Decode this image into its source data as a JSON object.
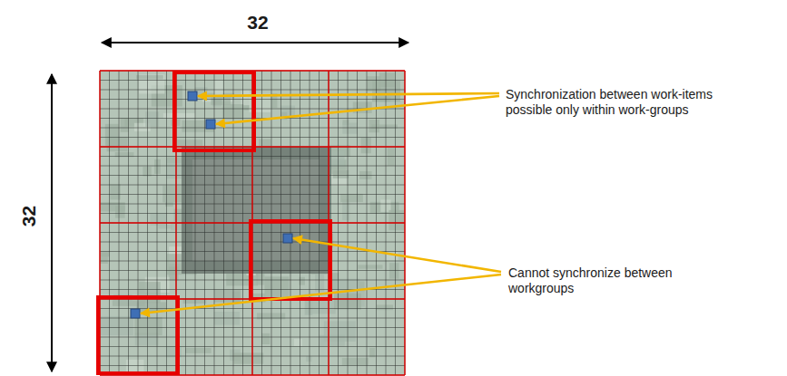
{
  "diagram": {
    "labels": [
      "32",
      "32",
      "Synchronization between work-items possible only within work-groups",
      "Cannot synchronize between workgroups"
    ]
  }
}
